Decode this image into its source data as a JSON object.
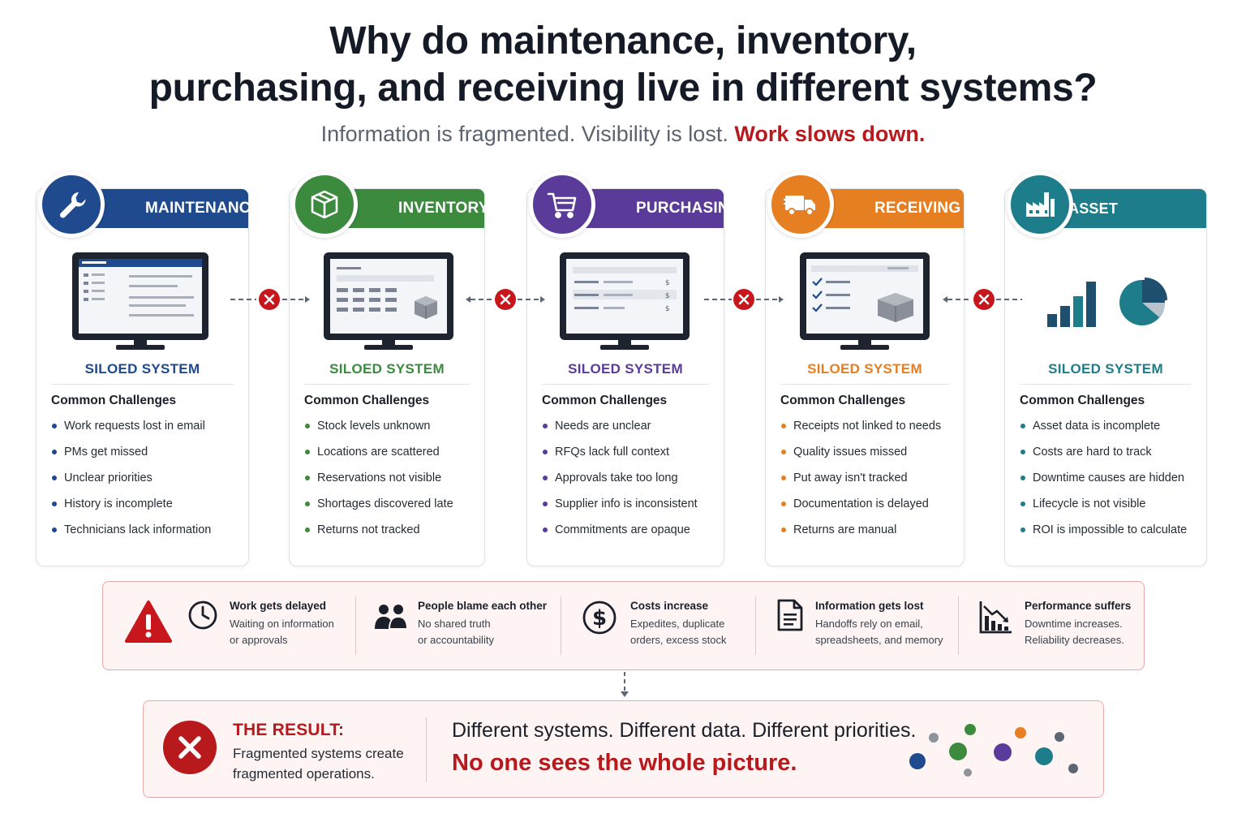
{
  "title_line1": "Why do maintenance, inventory,",
  "title_line2": "purchasing, and receiving live in different systems?",
  "subtitle": "Information is fragmented. Visibility is lost.",
  "subtitle_emphasis": "Work slows down.",
  "siloed_label": "SILOED SYSTEM",
  "challenges_title": "Common Challenges",
  "colors": {
    "maintenance": "#1f4a8e",
    "inventory": "#3b8a3e",
    "purchasing": "#5b3b9a",
    "receiving": "#e67e22",
    "asset": "#1e7d8a",
    "alert": "#b7191d"
  },
  "cards": {
    "maintenance": {
      "name": "MAINTENANCE",
      "icon": "wrench-icon",
      "challenges": [
        "Work requests lost in email",
        "PMs get missed",
        "Unclear priorities",
        "History is incomplete",
        "Technicians lack information"
      ]
    },
    "inventory": {
      "name": "INVENTORY",
      "icon": "box-icon",
      "challenges": [
        "Stock levels unknown",
        "Locations are scattered",
        "Reservations not visible",
        "Shortages discovered late",
        "Returns not tracked"
      ]
    },
    "purchasing": {
      "name": "PURCHASING",
      "icon": "cart-icon",
      "challenges": [
        "Needs are unclear",
        "RFQs lack full context",
        "Approvals take too long",
        "Supplier info is inconsistent",
        "Commitments are opaque"
      ]
    },
    "receiving": {
      "name": "RECEIVING",
      "icon": "truck-icon",
      "challenges": [
        "Receipts not linked to needs",
        "Quality issues missed",
        "Put away isn't tracked",
        "Documentation is delayed",
        "Returns are manual"
      ]
    },
    "asset": {
      "name": "ASSET MANAGEMENT",
      "icon": "factory-icon",
      "challenges": [
        "Asset data is incomplete",
        "Costs are hard to track",
        "Downtime causes are hidden",
        "Lifecycle is not visible",
        "ROI is impossible to calculate"
      ]
    }
  },
  "impacts": [
    {
      "icon": "clock-icon",
      "title": "Work gets delayed",
      "line1": "Waiting on information",
      "line2": "or approvals"
    },
    {
      "icon": "people-icon",
      "title": "People blame each other",
      "line1": "No shared truth",
      "line2": "or accountability"
    },
    {
      "icon": "dollar-icon",
      "title": "Costs increase",
      "line1": "Expedites, duplicate",
      "line2": "orders, excess stock"
    },
    {
      "icon": "document-icon",
      "title": "Information gets lost",
      "line1": "Handoffs rely on email,",
      "line2": "spreadsheets, and memory"
    },
    {
      "icon": "declining-chart-icon",
      "title": "Performance suffers",
      "line1": "Downtime increases.",
      "line2": "Reliability decreases."
    }
  ],
  "result": {
    "label": "THE RESULT:",
    "line1": "Fragmented systems create",
    "line2": "fragmented operations.",
    "statement": "Different systems. Different data. Different priorities.",
    "emphasis": "No one sees the whole picture."
  }
}
